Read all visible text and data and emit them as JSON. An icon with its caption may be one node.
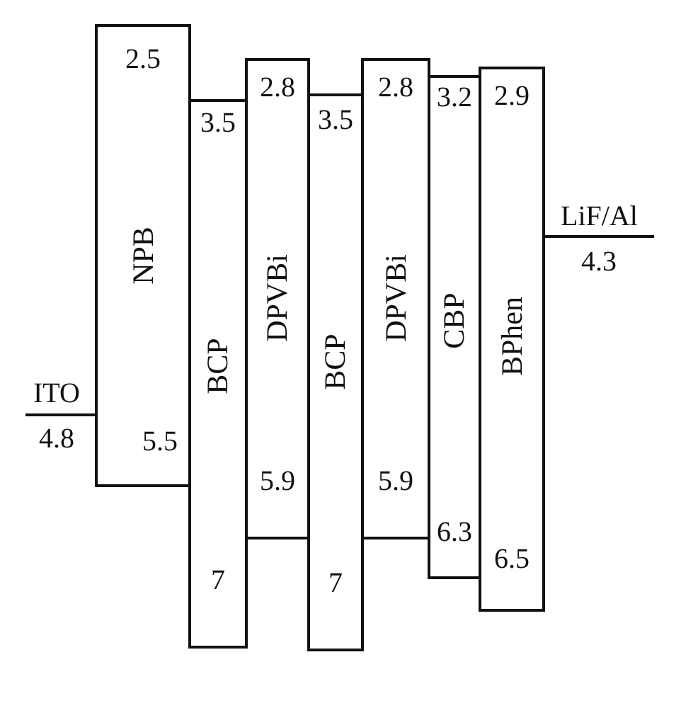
{
  "diagram": {
    "nodes": [
      {
        "text": [
          "NPB",
          "2.5",
          "5.5"
        ]
      },
      {
        "text": [
          "BCP",
          "3.5",
          "7"
        ]
      },
      {
        "text": [
          "DPVBi",
          "2.8",
          "5.9"
        ]
      },
      {
        "text": [
          "BCP",
          "3.5",
          "7"
        ]
      },
      {
        "text": [
          "DPVBi",
          "2.8",
          "5.9"
        ]
      },
      {
        "text": [
          "CBP",
          "3.2",
          "6.3"
        ]
      },
      {
        "text": [
          "BPhen",
          "2.9",
          "6.5"
        ]
      }
    ],
    "labels": [
      "ITO",
      "4.8",
      "LiF/Al",
      "4.3"
    ]
  }
}
